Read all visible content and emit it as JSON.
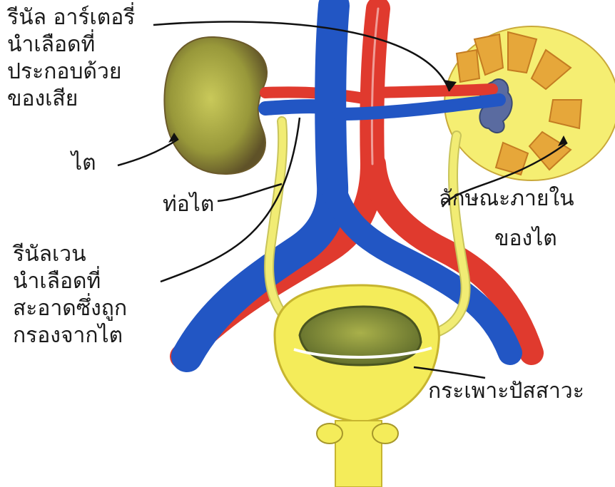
{
  "labels": {
    "renal_artery": [
      "รีนัล อาร์เตอรี่",
      "นำเลือดที่",
      "ประกอบด้วย",
      "ของเสีย"
    ],
    "kidney": "ไต",
    "ureter": "ท่อไต",
    "renal_vein": [
      "รีนัลเวน",
      "นำเลือดที่",
      "สะอาดซึ่งถูก",
      "กรองจากไต"
    ],
    "kidney_internal": [
      "ลักษณะภายใน",
      "ของไต"
    ],
    "bladder": "กระเพาะปัสสาวะ"
  },
  "colors": {
    "vein": "#2256c4",
    "artery": "#e03a2e",
    "ureter": "#f1ec74",
    "kidney": "#9a9a3a",
    "bladder": "#f4ec5a",
    "text": "#1a1a1a"
  }
}
